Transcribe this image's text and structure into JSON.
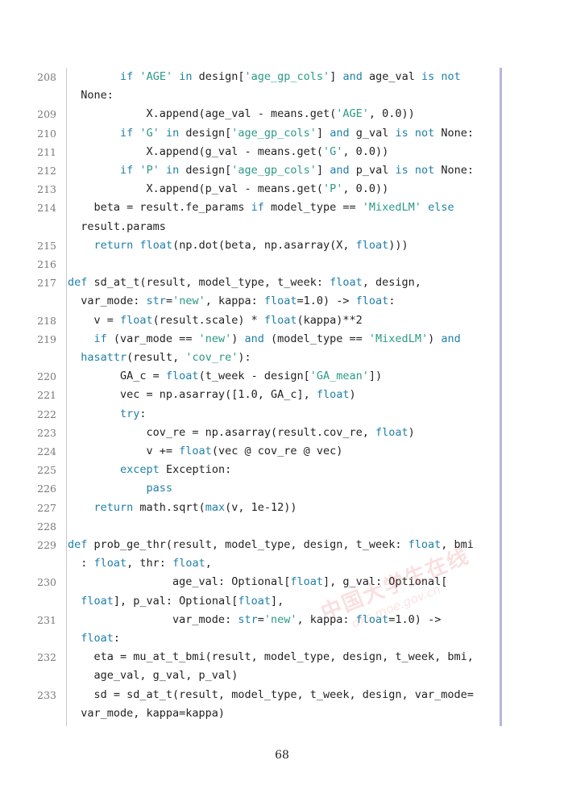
{
  "listing": {
    "lines": [
      {
        "n": "208",
        "segs": [
          [
            "        ",
            ""
          ],
          [
            "if",
            "kw"
          ],
          [
            " ",
            ""
          ],
          [
            "'AGE'",
            "str"
          ],
          [
            " ",
            ""
          ],
          [
            "in",
            "kw"
          ],
          [
            " design[",
            ""
          ],
          [
            "'age_gp_cols'",
            "str"
          ],
          [
            "] ",
            ""
          ],
          [
            "and",
            "kw"
          ],
          [
            " age_val ",
            ""
          ],
          [
            "is",
            "kw"
          ],
          [
            " ",
            ""
          ],
          [
            "not",
            "kw"
          ]
        ]
      },
      {
        "n": "",
        "segs": [
          [
            "  None:",
            ""
          ]
        ]
      },
      {
        "n": "209",
        "segs": [
          [
            "            X.append(age_val - means.get(",
            ""
          ],
          [
            "'AGE'",
            "str"
          ],
          [
            ", 0.0))",
            ""
          ]
        ]
      },
      {
        "n": "210",
        "segs": [
          [
            "        ",
            ""
          ],
          [
            "if",
            "kw"
          ],
          [
            " ",
            ""
          ],
          [
            "'G'",
            "str"
          ],
          [
            " ",
            ""
          ],
          [
            "in",
            "kw"
          ],
          [
            " design[",
            ""
          ],
          [
            "'age_gp_cols'",
            "str"
          ],
          [
            "] ",
            ""
          ],
          [
            "and",
            "kw"
          ],
          [
            " g_val ",
            ""
          ],
          [
            "is",
            "kw"
          ],
          [
            " ",
            ""
          ],
          [
            "not",
            "kw"
          ],
          [
            " None:",
            ""
          ]
        ]
      },
      {
        "n": "211",
        "segs": [
          [
            "            X.append(g_val - means.get(",
            ""
          ],
          [
            "'G'",
            "str"
          ],
          [
            ", 0.0))",
            ""
          ]
        ]
      },
      {
        "n": "212",
        "segs": [
          [
            "        ",
            ""
          ],
          [
            "if",
            "kw"
          ],
          [
            " ",
            ""
          ],
          [
            "'P'",
            "str"
          ],
          [
            " ",
            ""
          ],
          [
            "in",
            "kw"
          ],
          [
            " design[",
            ""
          ],
          [
            "'age_gp_cols'",
            "str"
          ],
          [
            "] ",
            ""
          ],
          [
            "and",
            "kw"
          ],
          [
            " p_val ",
            ""
          ],
          [
            "is",
            "kw"
          ],
          [
            " ",
            ""
          ],
          [
            "not",
            "kw"
          ],
          [
            " None:",
            ""
          ]
        ]
      },
      {
        "n": "213",
        "segs": [
          [
            "            X.append(p_val - means.get(",
            ""
          ],
          [
            "'P'",
            "str"
          ],
          [
            ", 0.0))",
            ""
          ]
        ]
      },
      {
        "n": "214",
        "segs": [
          [
            "    beta = result.fe_params ",
            ""
          ],
          [
            "if",
            "kw"
          ],
          [
            " model_type == ",
            ""
          ],
          [
            "'MixedLM'",
            "str"
          ],
          [
            " ",
            ""
          ],
          [
            "else",
            "kw"
          ]
        ]
      },
      {
        "n": "",
        "segs": [
          [
            "  result.params",
            ""
          ]
        ]
      },
      {
        "n": "215",
        "segs": [
          [
            "    ",
            ""
          ],
          [
            "return",
            "kw"
          ],
          [
            " ",
            ""
          ],
          [
            "float",
            "kw"
          ],
          [
            "(np.dot(beta, np.asarray(X, ",
            ""
          ],
          [
            "float",
            "kw"
          ],
          [
            ")))",
            ""
          ]
        ]
      },
      {
        "n": "216",
        "segs": [
          [
            "",
            ""
          ]
        ]
      },
      {
        "n": "217",
        "segs": [
          [
            "",
            ""
          ],
          [
            "def",
            "kw"
          ],
          [
            " sd_at_t(result, model_type, t_week: ",
            ""
          ],
          [
            "float",
            "kw"
          ],
          [
            ", design,",
            ""
          ]
        ]
      },
      {
        "n": "",
        "segs": [
          [
            "  var_mode: ",
            ""
          ],
          [
            "str",
            "kw"
          ],
          [
            "=",
            ""
          ],
          [
            "'new'",
            "str"
          ],
          [
            ", kappa: ",
            ""
          ],
          [
            "float",
            "kw"
          ],
          [
            "=1.0) -> ",
            ""
          ],
          [
            "float",
            "kw"
          ],
          [
            ":",
            ""
          ]
        ]
      },
      {
        "n": "218",
        "segs": [
          [
            "    v = ",
            ""
          ],
          [
            "float",
            "kw"
          ],
          [
            "(result.scale) * ",
            ""
          ],
          [
            "float",
            "kw"
          ],
          [
            "(kappa)**2",
            ""
          ]
        ]
      },
      {
        "n": "219",
        "segs": [
          [
            "    ",
            ""
          ],
          [
            "if",
            "kw"
          ],
          [
            " (var_mode == ",
            ""
          ],
          [
            "'new'",
            "str"
          ],
          [
            ") ",
            ""
          ],
          [
            "and",
            "kw"
          ],
          [
            " (model_type == ",
            ""
          ],
          [
            "'MixedLM'",
            "str"
          ],
          [
            ") ",
            ""
          ],
          [
            "and",
            "kw"
          ]
        ]
      },
      {
        "n": "",
        "segs": [
          [
            "  ",
            ""
          ],
          [
            "hasattr",
            "kw"
          ],
          [
            "(result, ",
            ""
          ],
          [
            "'cov_re'",
            "str"
          ],
          [
            "):",
            ""
          ]
        ]
      },
      {
        "n": "220",
        "segs": [
          [
            "        GA_c = ",
            ""
          ],
          [
            "float",
            "kw"
          ],
          [
            "(t_week - design[",
            ""
          ],
          [
            "'GA_mean'",
            "str"
          ],
          [
            "])",
            ""
          ]
        ]
      },
      {
        "n": "221",
        "segs": [
          [
            "        vec = np.asarray([1.0, GA_c], ",
            ""
          ],
          [
            "float",
            "kw"
          ],
          [
            ")",
            ""
          ]
        ]
      },
      {
        "n": "222",
        "segs": [
          [
            "        ",
            ""
          ],
          [
            "try",
            "kw"
          ],
          [
            ":",
            ""
          ]
        ]
      },
      {
        "n": "223",
        "segs": [
          [
            "            cov_re = np.asarray(result.cov_re, ",
            ""
          ],
          [
            "float",
            "kw"
          ],
          [
            ")",
            ""
          ]
        ]
      },
      {
        "n": "224",
        "segs": [
          [
            "            v += ",
            ""
          ],
          [
            "float",
            "kw"
          ],
          [
            "(vec @ cov_re @ vec)",
            ""
          ]
        ]
      },
      {
        "n": "225",
        "segs": [
          [
            "        ",
            ""
          ],
          [
            "except",
            "kw"
          ],
          [
            " Exception:",
            ""
          ]
        ]
      },
      {
        "n": "226",
        "segs": [
          [
            "            ",
            ""
          ],
          [
            "pass",
            "kw"
          ]
        ]
      },
      {
        "n": "227",
        "segs": [
          [
            "    ",
            ""
          ],
          [
            "return",
            "kw"
          ],
          [
            " math.sqrt(",
            ""
          ],
          [
            "max",
            "kw"
          ],
          [
            "(v, 1e-12))",
            ""
          ]
        ]
      },
      {
        "n": "228",
        "segs": [
          [
            "",
            ""
          ]
        ]
      },
      {
        "n": "229",
        "segs": [
          [
            "",
            ""
          ],
          [
            "def",
            "kw"
          ],
          [
            " prob_ge_thr(result, model_type, design, t_week: ",
            ""
          ],
          [
            "float",
            "kw"
          ],
          [
            ", bmi",
            ""
          ]
        ]
      },
      {
        "n": "",
        "segs": [
          [
            "  : ",
            ""
          ],
          [
            "float",
            "kw"
          ],
          [
            ", thr: ",
            ""
          ],
          [
            "float",
            "kw"
          ],
          [
            ",",
            ""
          ]
        ]
      },
      {
        "n": "230",
        "segs": [
          [
            "                age_val: Optional[",
            ""
          ],
          [
            "float",
            "kw"
          ],
          [
            "], g_val: Optional[",
            ""
          ]
        ]
      },
      {
        "n": "",
        "segs": [
          [
            "  ",
            ""
          ],
          [
            "float",
            "kw"
          ],
          [
            "], p_val: Optional[",
            ""
          ],
          [
            "float",
            "kw"
          ],
          [
            "],",
            ""
          ]
        ]
      },
      {
        "n": "231",
        "segs": [
          [
            "                var_mode: ",
            ""
          ],
          [
            "str",
            "kw"
          ],
          [
            "=",
            ""
          ],
          [
            "'new'",
            "str"
          ],
          [
            ", kappa: ",
            ""
          ],
          [
            "float",
            "kw"
          ],
          [
            "=1.0) ->",
            ""
          ]
        ]
      },
      {
        "n": "",
        "segs": [
          [
            "  ",
            ""
          ],
          [
            "float",
            "kw"
          ],
          [
            ":",
            ""
          ]
        ]
      },
      {
        "n": "232",
        "segs": [
          [
            "    eta = mu_at_t_bmi(result, model_type, design, t_week, bmi,",
            ""
          ]
        ]
      },
      {
        "n": "",
        "segs": [
          [
            "    age_val, g_val, p_val)",
            ""
          ]
        ]
      },
      {
        "n": "233",
        "segs": [
          [
            "    sd = sd_at_t(result, model_type, t_week, design, var_mode=",
            ""
          ]
        ]
      },
      {
        "n": "",
        "segs": [
          [
            "  var_mode, kappa=kappa)",
            ""
          ]
        ]
      }
    ]
  },
  "watermark": {
    "main": "中国大学生在线",
    "sub": "dxs.moe.gov.cn"
  },
  "page_number": "68",
  "colors": {
    "keyword": "#1f7fa8",
    "string": "#2a9a86",
    "text": "#222222",
    "line_number": "#7a7a7a",
    "right_bar": "#b4b7dc"
  }
}
